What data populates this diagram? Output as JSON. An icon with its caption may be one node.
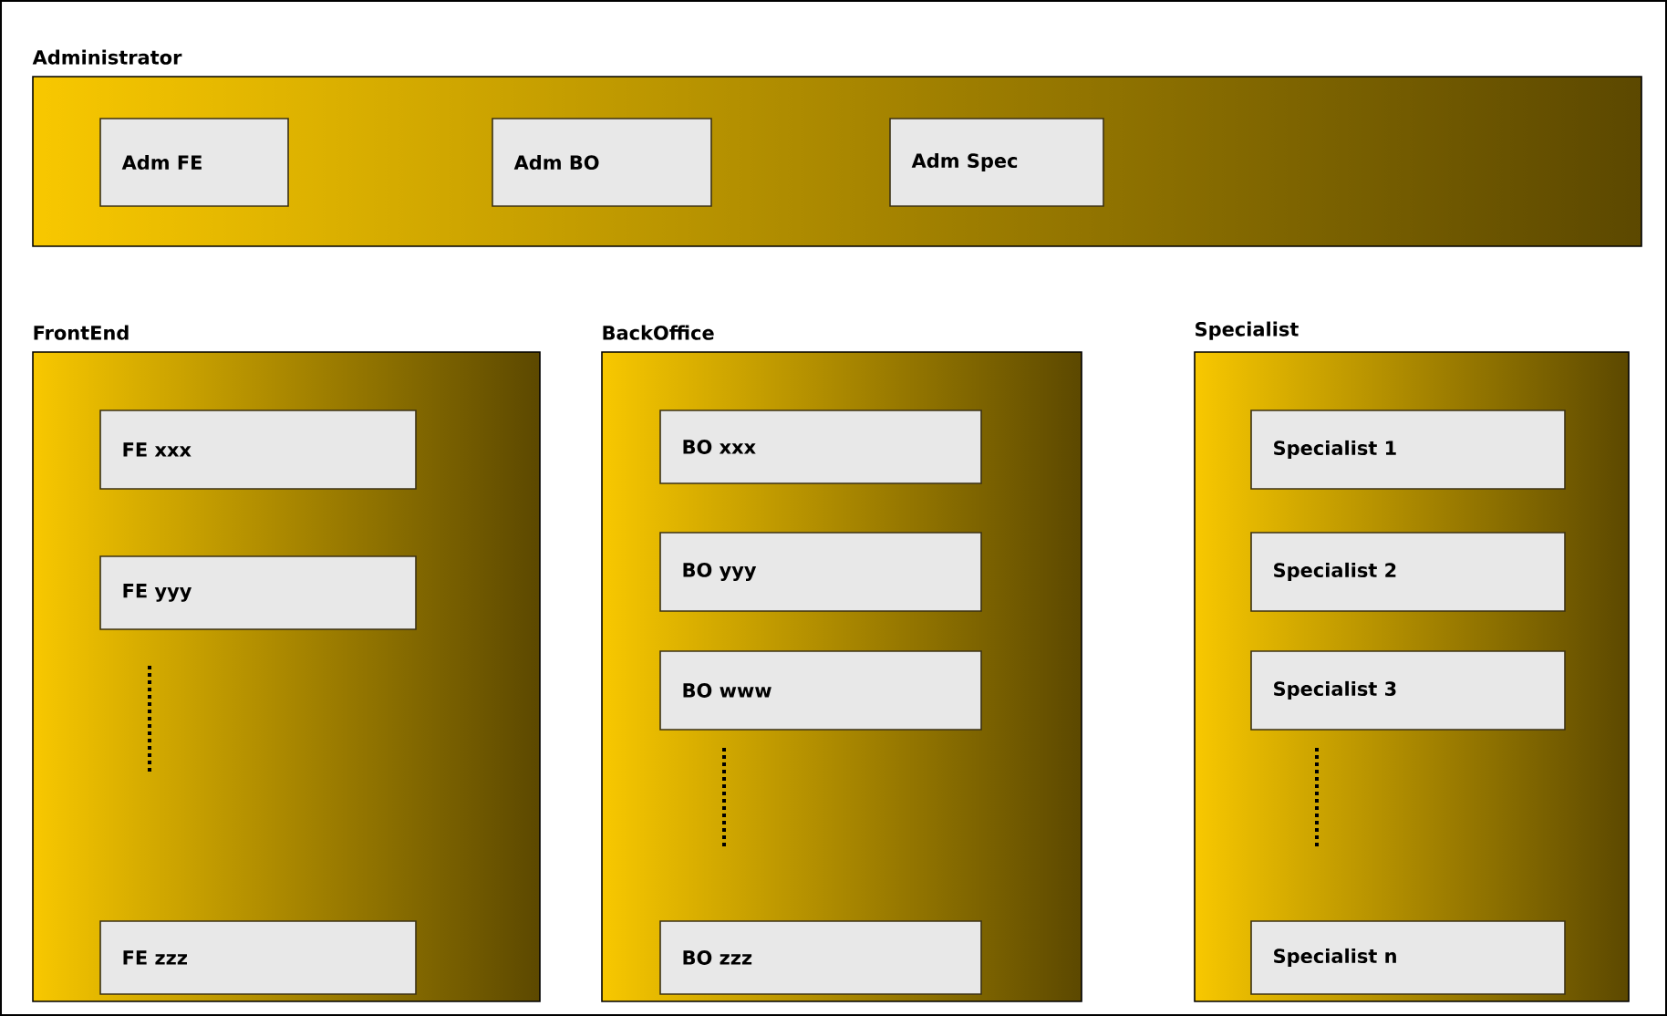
{
  "diagram": {
    "nodes": [
      {
        "text": [
          "Administrator"
        ]
      },
      {
        "text": [
          "Adm FE"
        ],
        "in": 0
      },
      {
        "text": [
          "Adm BO"
        ],
        "in": 0
      },
      {
        "text": [
          "Adm Spec"
        ],
        "in": 0
      },
      {
        "text": [
          "FrontEnd"
        ]
      },
      {
        "text": [
          "FE xxx"
        ],
        "in": 4
      },
      {
        "text": [
          "FE yyy"
        ],
        "in": 4
      },
      {
        "text": [
          "FE zzz"
        ],
        "in": 4
      },
      {
        "text": [
          "BackOffice"
        ]
      },
      {
        "text": [
          "BO xxx"
        ],
        "in": 8
      },
      {
        "text": [
          "BO yyy"
        ],
        "in": 8
      },
      {
        "text": [
          "BO www"
        ],
        "in": 8
      },
      {
        "text": [
          "BO zzz"
        ],
        "in": 8
      },
      {
        "text": [
          "Specialist"
        ]
      },
      {
        "text": [
          "Specialist 1"
        ],
        "in": 13
      },
      {
        "text": [
          "Specialist 2"
        ],
        "in": 13
      },
      {
        "text": [
          "Specialist 3"
        ],
        "in": 13
      },
      {
        "text": [
          "Specialist n"
        ],
        "in": 13
      }
    ]
  }
}
